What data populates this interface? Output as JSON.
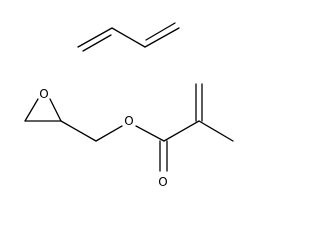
{
  "molecules": [
    {
      "id": "butadiene",
      "atom_labels": []
    },
    {
      "id": "glycidyl-methacrylate",
      "atom_labels": [
        {
          "key": "epoxide_o",
          "text": "O"
        },
        {
          "key": "ester_o",
          "text": "O"
        },
        {
          "key": "carbonyl_o",
          "text": "O"
        }
      ]
    }
  ],
  "colors": {
    "bond": "#000000",
    "label": "#000000",
    "background": "#ffffff"
  }
}
